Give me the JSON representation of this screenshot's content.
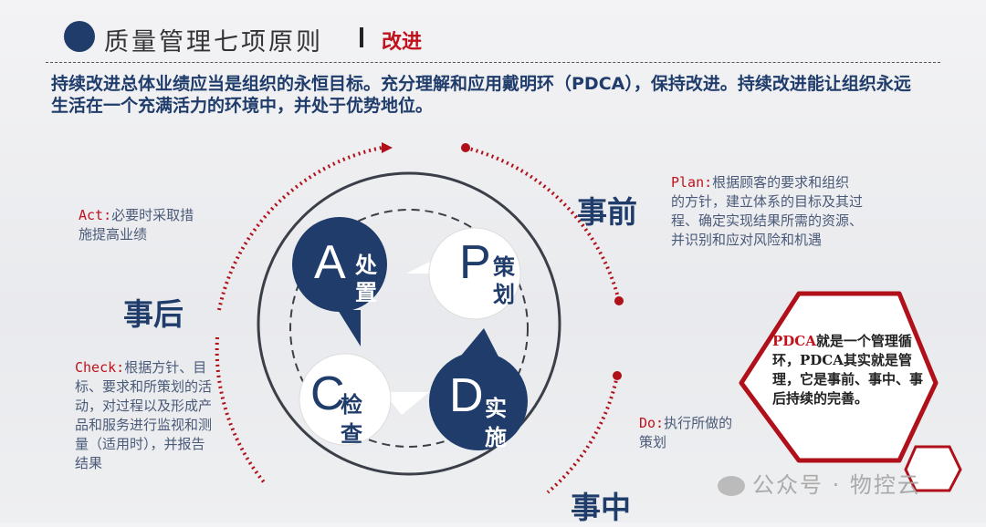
{
  "header": {
    "title": "质量管理七项原则",
    "subtitle": "改进"
  },
  "intro": "持续改进总体业绩应当是组织的永恒目标。充分理解和应用戴明环（PDCA），保持改进。持续改进能让组织永远生活在一个充满活力的环境中，并处于优势地位。",
  "phases": {
    "before": "事前",
    "after": "事后",
    "during": "事中"
  },
  "cycle": {
    "a": {
      "letter": "A",
      "c1": "处",
      "c2": "置"
    },
    "p": {
      "letter": "P",
      "c1": "策",
      "c2": "划"
    },
    "c": {
      "letter": "C",
      "c1": "检",
      "c2": "查"
    },
    "d": {
      "letter": "D",
      "c1": "实",
      "c2": "施"
    }
  },
  "notes": {
    "act_key": "Act:",
    "act_text": "必要时采取措施提高业绩",
    "check_key": "Check:",
    "check_text": "根据方针、目标、要求和所策划的活动，对过程以及形成产品和服务进行监视和测量（适用时），并报告结果",
    "plan_key": "Plan:",
    "plan_text": "根据顾客的要求和组织的方针，建立体系的目标及其过程、确定实现结果所需的资源、并识别和应对风险和机遇",
    "do_key": "Do:",
    "do_text": "执行所做的策划"
  },
  "hexagon": {
    "key": "PDCA",
    "text": "就是一个管理循环，PDCA其实就是管理，它是事前、事中、事后持续的完善。"
  },
  "watermark": "公众号 · 物控云",
  "colors": {
    "navy": "#1f3c6b",
    "red": "#c0121c"
  }
}
